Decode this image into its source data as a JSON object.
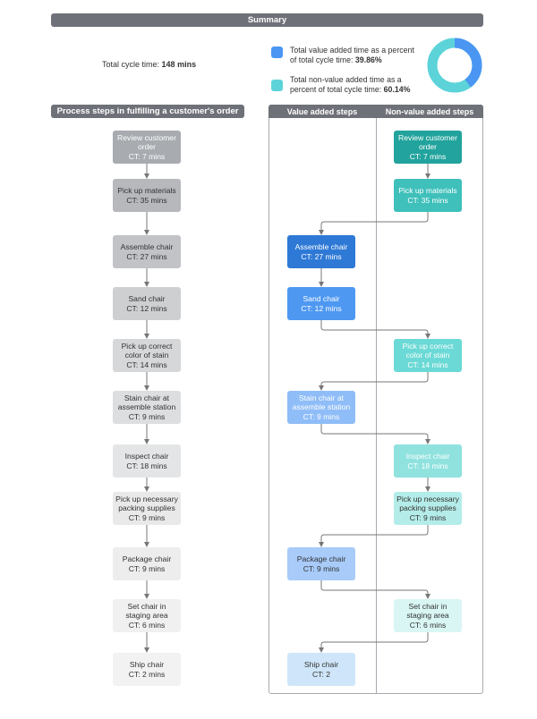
{
  "summary": {
    "title": "Summary",
    "total_cycle_label": "Total cycle time:",
    "total_cycle_value": "148 mins",
    "va_legend_line1": "Total value added time as a percent",
    "va_legend_line2": "of total cycle time:",
    "va_legend_value": "39.86%",
    "nva_legend_line1": "Total non-value added time as a",
    "nva_legend_line2": "percent of total cycle time:",
    "nva_legend_value": "60.14%",
    "va_color": "#4b96f3",
    "nva_color": "#5cd3d9",
    "donut": {
      "value_added": 39.86,
      "non_value_added": 60.14
    }
  },
  "left_panel": {
    "title": "Process steps in fulfilling a customer's order",
    "steps": [
      {
        "name": "Review customer order",
        "ct": "CT: 7 mins"
      },
      {
        "name": "Pick up materials",
        "ct": "CT: 35 mins"
      },
      {
        "name": "Assemble chair",
        "ct": "CT: 27 mins"
      },
      {
        "name": "Sand chair",
        "ct": "CT: 12 mins"
      },
      {
        "name": "Pick up correct color of stain",
        "ct": "CT: 14 mins"
      },
      {
        "name": "Stain chair at assemble station",
        "ct": "CT: 9 mins"
      },
      {
        "name": "Inspect chair",
        "ct": "CT: 18 mins"
      },
      {
        "name": "Pick up necessary packing supplies",
        "ct": "CT: 9 mins"
      },
      {
        "name": "Package chair",
        "ct": "CT: 9 mins"
      },
      {
        "name": "Set chair in staging area",
        "ct": "CT: 6 mins"
      },
      {
        "name": "Ship chair",
        "ct": "CT: 2 mins"
      }
    ]
  },
  "right_panel": {
    "value_added_title": "Value added steps",
    "non_value_added_title": "Non-value added steps",
    "steps": [
      {
        "name": "Review customer order",
        "ct": "CT: 7 mins",
        "column": "non-value-added"
      },
      {
        "name": "Pick up materials",
        "ct": "CT: 35 mins",
        "column": "non-value-added"
      },
      {
        "name": "Assemble chair",
        "ct": "CT: 27 mins",
        "column": "value-added"
      },
      {
        "name": "Sand chair",
        "ct": "CT: 12 mins",
        "column": "value-added"
      },
      {
        "name": "Pick up correct color of stain",
        "ct": "CT: 14 mins",
        "column": "non-value-added"
      },
      {
        "name": "Stain chair at assemble station",
        "ct": "CT: 9 mins",
        "column": "value-added"
      },
      {
        "name": "Inspect chair",
        "ct": "CT: 18 mins",
        "column": "non-value-added"
      },
      {
        "name": "Pick up necessary packing supplies",
        "ct": "CT: 9 mins",
        "column": "non-value-added"
      },
      {
        "name": "Package chair",
        "ct": "CT: 9 mins",
        "column": "value-added"
      },
      {
        "name": "Set chair in staging area",
        "ct": "CT: 6 mins",
        "column": "non-value-added"
      },
      {
        "name": "Ship chair",
        "ct": "CT: 2",
        "column": "value-added"
      }
    ]
  }
}
